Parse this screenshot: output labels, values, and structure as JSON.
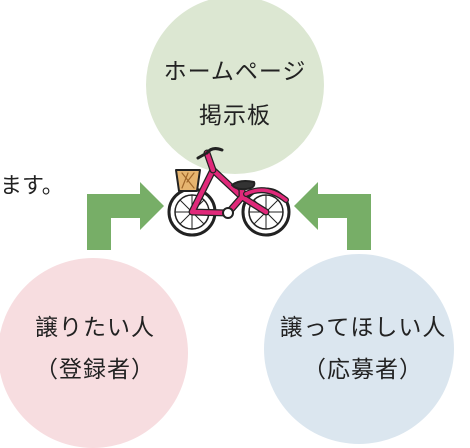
{
  "cut_text": "ます。",
  "top_circle": {
    "line1": "ホームページ",
    "line2": "掲示板"
  },
  "left_circle": {
    "line1": "譲りたい人",
    "line2": "（登録者）"
  },
  "right_circle": {
    "line1": "譲ってほしい人",
    "line2": "（応募者）"
  },
  "colors": {
    "top_circle": "#dce7d2",
    "left_circle": "#f7dde0",
    "right_circle": "#dbe6ef",
    "arrow": "#77ae67",
    "bicycle_frame": "#e0297a",
    "basket": "#e6b570"
  },
  "icons": [
    "bicycle-icon",
    "arrow-up-right-icon",
    "arrow-up-left-icon"
  ]
}
